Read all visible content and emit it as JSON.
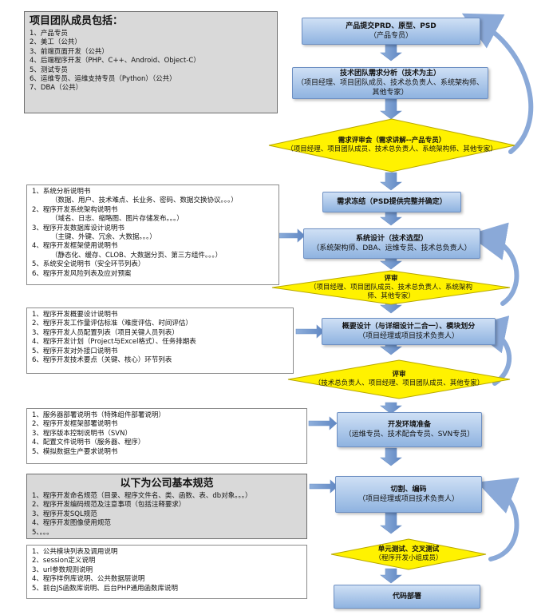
{
  "team_box": {
    "heading": "项目团队成员包括：",
    "items": [
      "1、产品专员",
      "2、美工（公共）",
      "3、前端页面开发（公共）",
      "4、后端程序开发（PHP、C++、Android、Object-C）",
      "5、测试专员",
      "6、运维专员、运维支持专员（Python）（公共）",
      "7、DBA（公共）"
    ]
  },
  "design_docs": {
    "items": [
      {
        "text": "1、系统分析说明书",
        "indent": false
      },
      {
        "text": "（数据、用户、技术难点、长业务、密码、数据交换协议。。。）",
        "indent": true
      },
      {
        "text": "2、程序开发系统架构说明书",
        "indent": false
      },
      {
        "text": "（域名、日志、缩略图、图片存储发布。。。）",
        "indent": true
      },
      {
        "text": "3、程序开发数据库设计说明书",
        "indent": false
      },
      {
        "text": "（主键、外键、冗余、大数据。。。）",
        "indent": true
      },
      {
        "text": "4、程序开发框架使用说明书",
        "indent": false
      },
      {
        "text": "（静态化、缓存、CLOB、大数据分页、第三方组件。。。）",
        "indent": true
      },
      {
        "text": "5、系统安全说明书（安全环节列表）",
        "indent": false
      },
      {
        "text": "6、程序开发风险列表及应对预案",
        "indent": false
      }
    ]
  },
  "outline_docs": {
    "items": [
      "1、程序开发概要设计说明书",
      "2、程序开发工作量评估标准（难度评估、时间评估）",
      "3、程序开发人员配置列表（项目关键人员列表）",
      "4、程序开发计划（Project与Excel格式）、任务排期表",
      "5、程序开发对外接口说明书",
      "6、程序开发技术要点（关键、核心）环节列表"
    ]
  },
  "env_docs": {
    "items": [
      "1、服务器部署说明书（特殊组件部署说明）",
      "2、程序开发框架部署说明书",
      "3、程序版本控制说明书（SVN）",
      "4、配置文件说明书（服务器、程序）",
      "5、模拟数据生产要求说明书"
    ]
  },
  "standards_box": {
    "heading": "以下为公司基本规范",
    "items": [
      "1、程序开发命名规范（目录、程序文件名、类、函数、表、db对象。。。）",
      "2、程序开发编码规范及注意事项（包括注释要求）",
      "3、程序开发SQL规范",
      "4、程序开发图像使用规范",
      "5、。。。"
    ]
  },
  "module_docs": {
    "items": [
      "1、公共模块列表及调用说明",
      "2、session定义说明",
      "3、url参数规则说明",
      "4、程序样例库说明、公共数据层说明",
      "5、前台JS函数库说明、后台PHP通用函数库说明"
    ]
  },
  "flow": {
    "step_prd": {
      "title": "产品提交PRD、原型、PSD",
      "sub": "（产品专员）"
    },
    "step_analysis": {
      "title": "技术团队需求分析（技术为主）",
      "sub": "（项目经理、项目团队成员、技术总负责人、系统架构师、其他专家）"
    },
    "review_requirements": {
      "title": "需求评审会（需求讲解--产品专员）",
      "sub": "（项目经理、项目团队成员、技术总负责人、系统架构师、其他专家）"
    },
    "step_freeze": {
      "title": "需求冻结（PSD提供完整并确定）",
      "sub": ""
    },
    "step_system_design": {
      "title": "系统设计（技术选型）",
      "sub": "（系统架构师、DBA、运维专员、技术总负责人）"
    },
    "review_1": {
      "title": "评审",
      "sub": "（项目经理、项目团队成员、技术总负责人、系统架构师、其他专家）"
    },
    "step_outline": {
      "title": "概要设计（与详细设计二合一）、模块划分",
      "sub": "（项目经理或项目技术负责人）"
    },
    "review_2": {
      "title": "评审",
      "sub": "（技术总负责人、项目经理、项目团队成员、其他专家）"
    },
    "step_env": {
      "title": "开发环境准备",
      "sub": "（运维专员、技术配合专员、SVN专员）"
    },
    "step_coding": {
      "title": "切割、编码",
      "sub": "（项目经理或项目技术负责人）"
    },
    "step_test": {
      "title": "单元测试、交叉测试",
      "sub": "（程序开发小组成员）"
    },
    "step_deploy": {
      "title": "代码部署",
      "sub": ""
    }
  }
}
